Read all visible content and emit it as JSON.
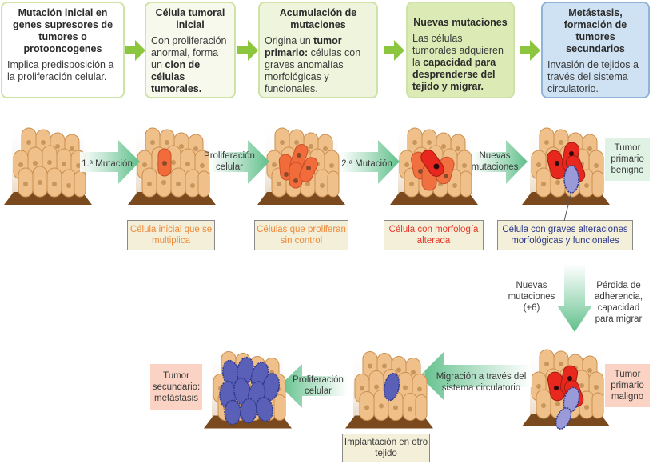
{
  "stages": [
    {
      "title": "Mutación inicial en genes supresores de tumores o protooncogenes",
      "desc_plain": "Implica predisposición a la proliferación celular.",
      "desc_bold": ""
    },
    {
      "title": "Célula tumoral inicial",
      "desc_plain": "Con proliferación anormal, forma un ",
      "desc_bold": "clon de células tumorales."
    },
    {
      "title": "Acumulación de mutaciones",
      "desc_plain": "Origina un ",
      "desc_bold": "tumor primario:",
      "desc_plain2": " células con graves anomalías morfológicas y funcionales."
    },
    {
      "title": "Nuevas mutaciones",
      "desc_plain": "Las células tumorales adquieren la ",
      "desc_bold": "capacidad para desprenderse del tejido y migrar."
    },
    {
      "title": "Metástasis, formación de tumores secundarios",
      "desc_plain": "Invasión de tejidos a través del sistema circulatorio.",
      "desc_bold": ""
    }
  ],
  "process_arrows": {
    "a1": "1.ª Mutación",
    "a2": "Proliferación celular",
    "a3": "2.ª Mutación",
    "a4": "Nuevas mutaciones",
    "down_left": "Nuevas mutaciones (+6)",
    "down_right": "Pérdida de adherencia, capacidad para migrar",
    "migration": "Migración a través del sistema circulatorio",
    "proliferation2": "Proliferación celular"
  },
  "captions": {
    "c1": "Célula inicial que se multiplica",
    "c2": "Células que proliferan sin control",
    "c3": "Célula con morfología alterada",
    "c4": "Célula con graves alteraciones morfológicas y funcionales",
    "c5": "Implantación en otro tejido"
  },
  "tags": {
    "benign": "Tumor primario benigno",
    "malignant": "Tumor primario maligno",
    "secondary": "Tumor secundario: metástasis"
  },
  "colors": {
    "stage_border": "#cfe3a8",
    "stage_arrow": "#8cc63f",
    "process_arrow": "#5fbf8a",
    "cell": "#f0c08a",
    "cell_border": "#c98f52",
    "base": "#7a4a1e",
    "orange_cell": "#f26b3a",
    "red_cell": "#e8281e",
    "blue_cell": "#5a5fb8",
    "caption_orange": "#f08a3c",
    "caption_red": "#e8392b",
    "caption_blue": "#2e3a8c",
    "benign_bg": "#dff2e4",
    "malignant_bg": "#fbd3c4"
  }
}
